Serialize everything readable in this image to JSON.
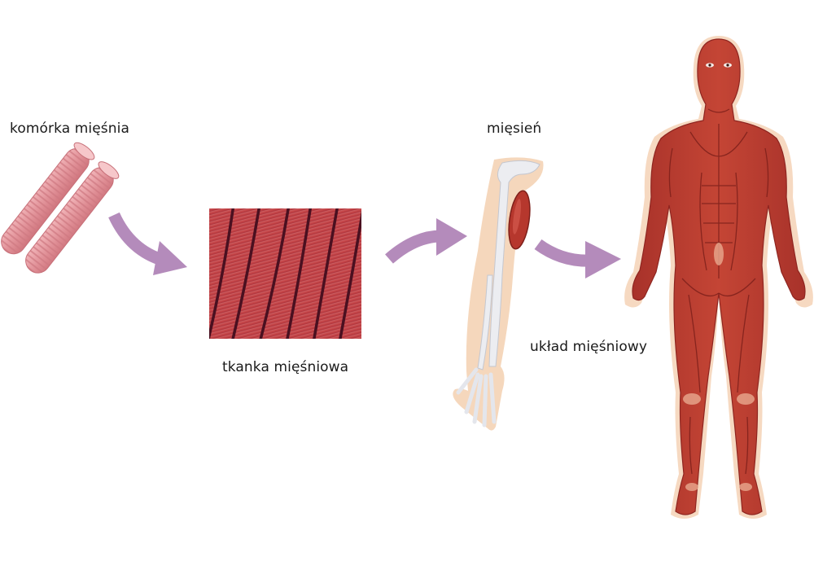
{
  "labels": {
    "cell": "komórka mięśnia",
    "tissue": "tkanka mięśniowa",
    "muscle": "mięsień",
    "system": "układ mięśniowy"
  },
  "colors": {
    "arrow": "#b48bbb",
    "muscle_red": "#b6372d",
    "muscle_dark": "#8e2520",
    "fiber_pink": "#e08f96",
    "skin": "#f2c9a6",
    "bone": "#ecedf1",
    "tissue_line": "#4a1020"
  }
}
